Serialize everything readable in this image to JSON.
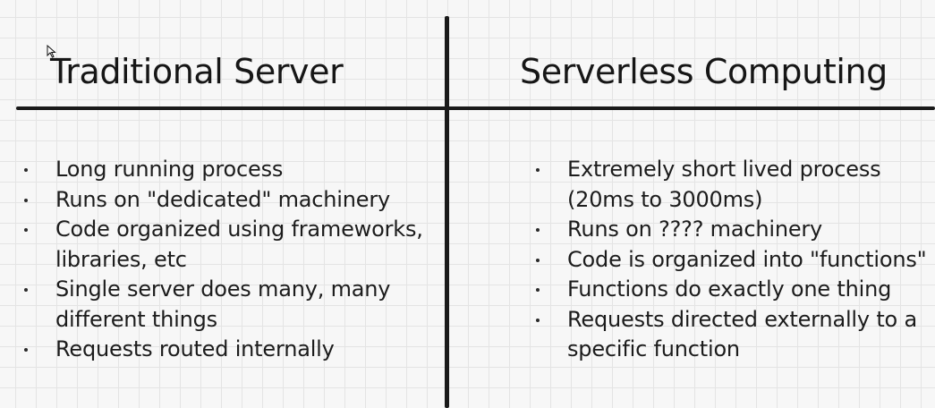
{
  "columns": [
    {
      "heading": "Traditional Server",
      "bullets": [
        "Long running process",
        "Runs on \"dedicated\" machinery",
        "Code organized using frameworks, libraries, etc",
        "Single server does many, many different things",
        "Requests routed internally"
      ]
    },
    {
      "heading": "Serverless Computing",
      "bullets": [
        "Extremely short lived process (20ms to 3000ms)",
        "Runs on ???? machinery",
        "Code is organized into \"functions\"",
        "Functions do exactly one thing",
        "Requests directed externally to a specific function"
      ]
    }
  ],
  "colors": {
    "ink": "#1c1c1c",
    "background": "#f7f7f7",
    "grid": "#e4e4e4"
  }
}
